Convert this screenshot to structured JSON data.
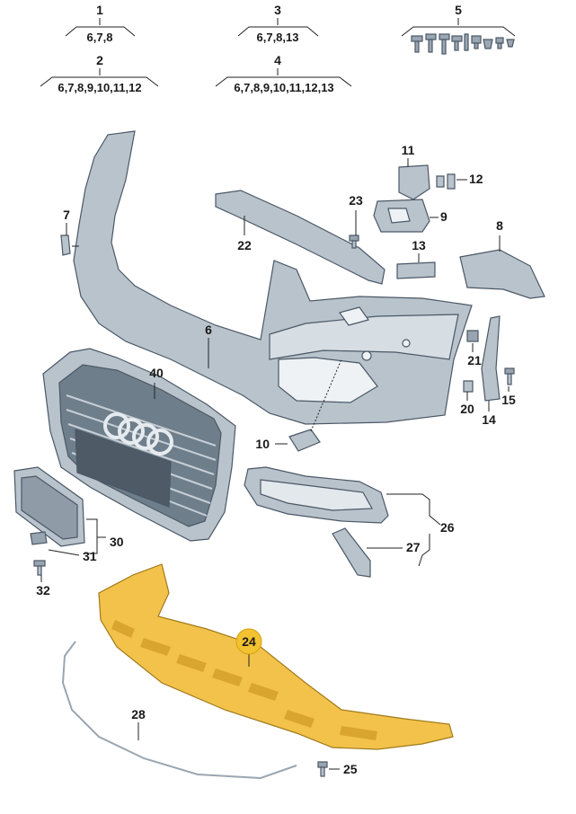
{
  "callouts": {
    "c1": "1",
    "c1_refs": "6,7,8",
    "c2": "2",
    "c2_refs": "6,7,8,9,10,11,12",
    "c3": "3",
    "c3_refs": "6,7,8,13",
    "c4": "4",
    "c4_refs": "6,7,8,9,10,11,12,13",
    "c5": "5"
  },
  "parts": {
    "p6": "6",
    "p7": "7",
    "p8": "8",
    "p9": "9",
    "p10": "10",
    "p11": "11",
    "p12": "12",
    "p13": "13",
    "p14": "14",
    "p15": "15",
    "p20": "20",
    "p21": "21",
    "p22": "22",
    "p23": "23",
    "p24": "24",
    "p25": "25",
    "p26": "26",
    "p27": "27",
    "p28": "28",
    "p30": "30",
    "p31": "31",
    "p32": "32",
    "p40": "40"
  },
  "colors": {
    "part_grey": "#b9c3cc",
    "highlight": "#f3c24a",
    "highlight_badge": "#f2c230"
  }
}
